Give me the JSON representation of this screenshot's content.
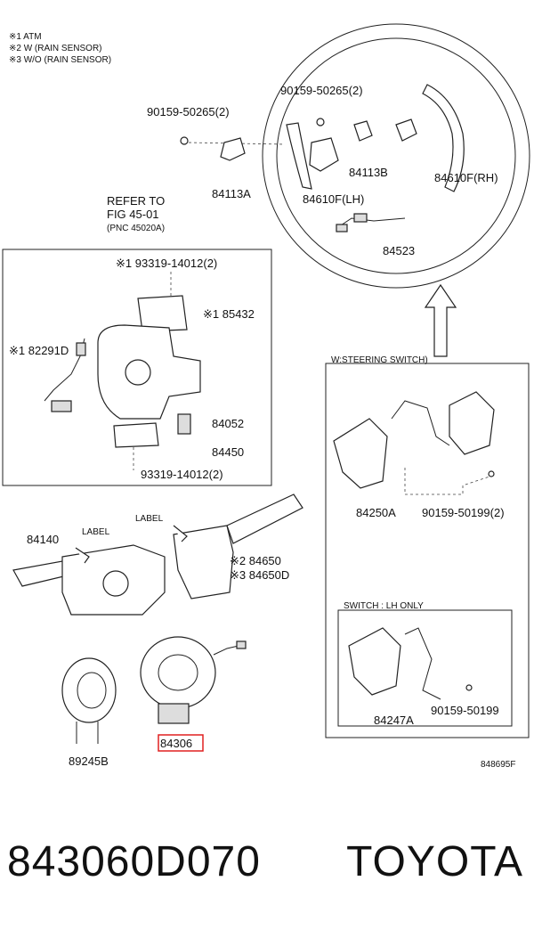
{
  "notes": [
    "※1 ATM",
    "※2 W (RAIN SENSOR)",
    "※3 W/O (RAIN SENSOR)"
  ],
  "refer": [
    "REFER TO",
    "FIG 45-01",
    "(PNC 45020A)"
  ],
  "labels": {
    "p90159_50265_a": "90159-50265(2)",
    "p90159_50265_b": "90159-50265(2)",
    "p84113A": "84113A",
    "p84113B": "84113B",
    "p84610F_LH": "84610F(LH)",
    "p84610F_RH": "84610F(RH)",
    "p84523": "84523",
    "p93319_top": "※1 93319-14012(2)",
    "p85432": "※1 85432",
    "p82291D": "※1 82291D",
    "p84052": "84052",
    "p84450": "84450",
    "p93319_bot": "93319-14012(2)",
    "p84140": "84140",
    "label1": "LABEL",
    "label2": "LABEL",
    "p84650": "※2 84650",
    "p84650D": "※3 84650D",
    "p84306": "84306",
    "p89245B": "89245B",
    "box1_title": "W:STEERING SWITCH)",
    "p84250A": "84250A",
    "p90159_50199_2": "90159-50199(2)",
    "box2_title": "SWITCH : LH ONLY",
    "p84247A": "84247A",
    "p90159_50199": "90159-50199",
    "fig_code": "848695F"
  },
  "footer": {
    "part_number": "843060D070",
    "brand": "TOYOTA"
  },
  "colors": {
    "highlight": "#e02020",
    "ink": "#111111"
  }
}
